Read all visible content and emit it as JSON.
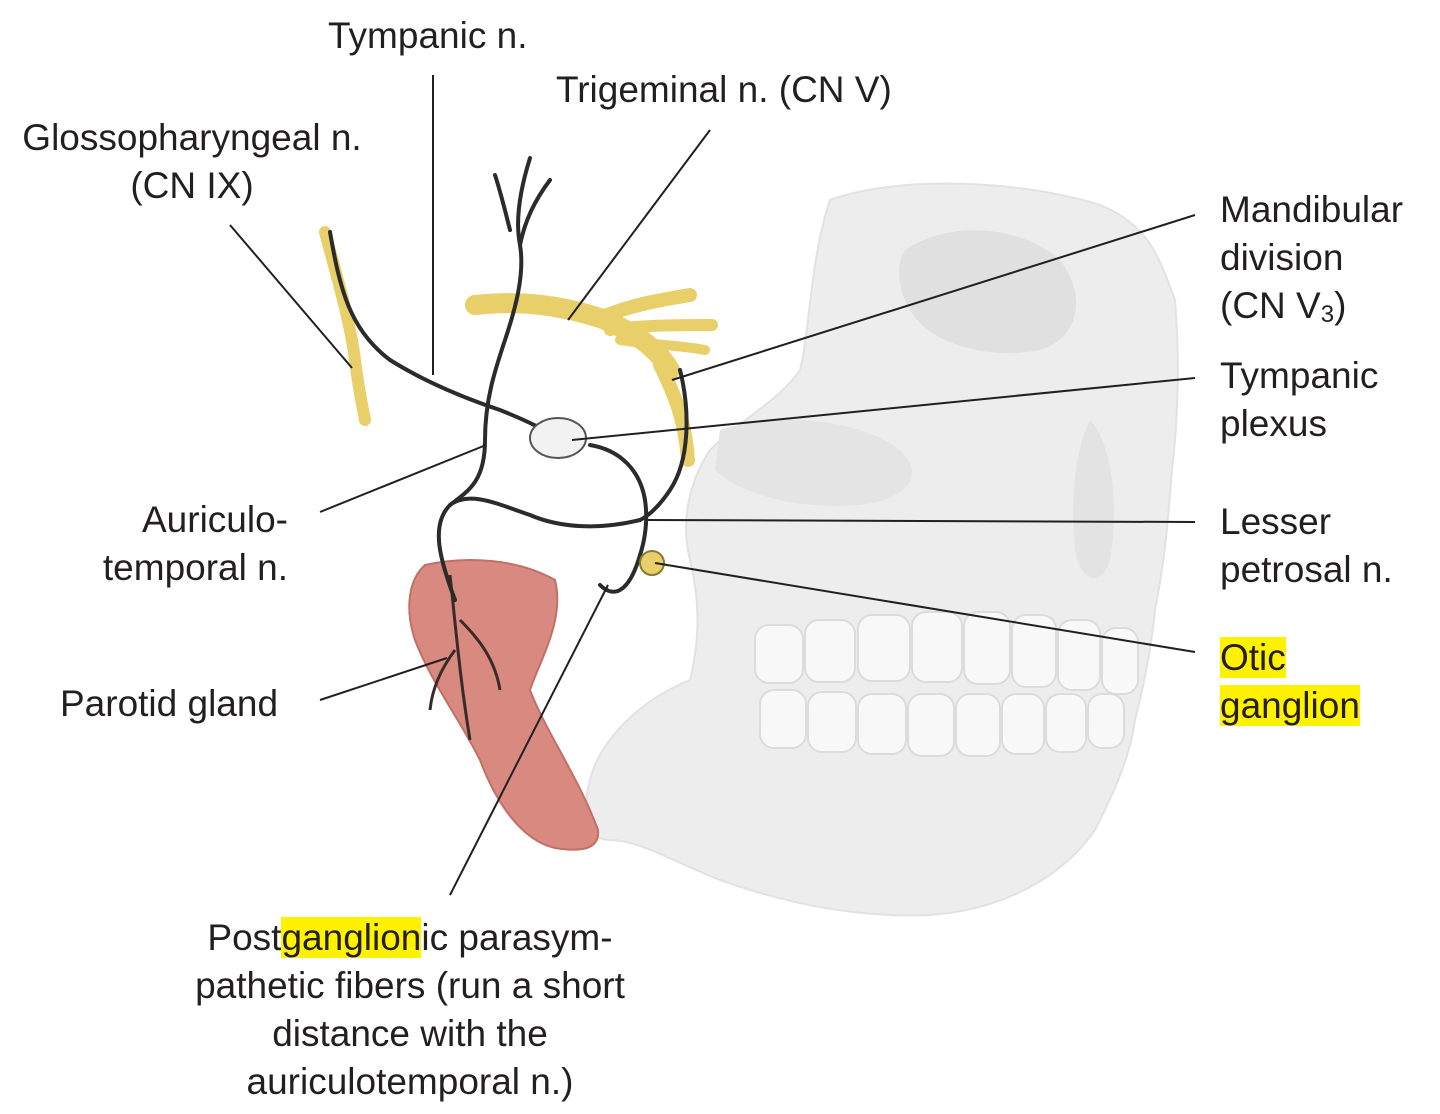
{
  "labels": {
    "tympanic_n": "Tympanic n.",
    "trigeminal_n": "Trigeminal n. (CN V)",
    "glossopharyngeal": [
      "Glossopharyngeal n.",
      "(CN IX)"
    ],
    "mandibular": {
      "line1": "Mandibular",
      "line2": "division",
      "line3_pre": "(CN V",
      "line3_sub": "3",
      "line3_post": ")"
    },
    "tympanic_plexus": [
      "Tympanic",
      "plexus"
    ],
    "auriculotemporal": [
      "Auriculo-",
      "temporal n."
    ],
    "lesser_petrosal": [
      "Lesser",
      "petrosal n."
    ],
    "otic_ganglion": [
      "Otic",
      "ganglion"
    ],
    "parotid_gland": "Parotid gland",
    "postganglionic": {
      "line1_pre": "Post",
      "line1_highlight": "ganglion",
      "line1_post": "ic parasym-",
      "line2": "pathetic fibers (run a short",
      "line3": "distance with the",
      "line4": "auriculotemporal n.)"
    }
  },
  "colors": {
    "nerve_yellow": "#e8cf6a",
    "parotid": "#d98a80",
    "skull": "#ececec",
    "fiber": "#2b2b2b",
    "highlight": "#fff200"
  }
}
